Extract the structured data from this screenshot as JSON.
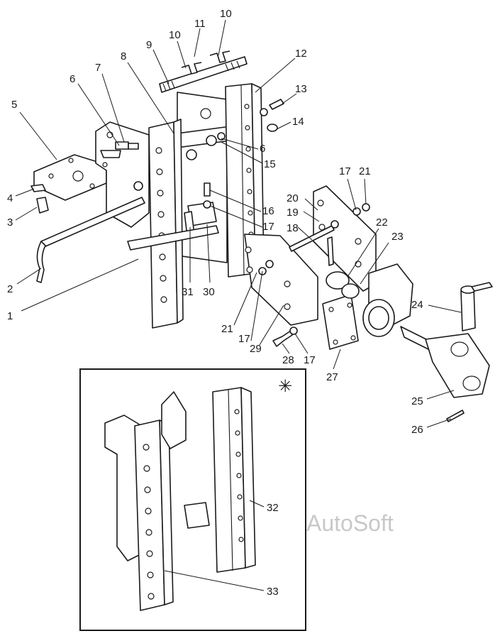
{
  "diagram": {
    "callouts": {
      "c1": "1",
      "c2": "2",
      "c3": "3",
      "c4": "4",
      "c5": "5",
      "c6a": "6",
      "c6b": "6",
      "c7": "7",
      "c8": "8",
      "c9": "9",
      "c10a": "10",
      "c10b": "10",
      "c11": "11",
      "c12": "12",
      "c13": "13",
      "c14": "14",
      "c15": "15",
      "c16": "16",
      "c17a": "17",
      "c17b": "17",
      "c17c": "17",
      "c17d": "17",
      "c18": "18",
      "c19": "19",
      "c20": "20",
      "c21a": "21",
      "c21b": "21",
      "c22": "22",
      "c23": "23",
      "c24": "24",
      "c25": "25",
      "c26": "26",
      "c27": "27",
      "c28": "28",
      "c29": "29",
      "c30": "30",
      "c31": "31",
      "c32": "32",
      "c33": "33"
    },
    "inset_marker": "✳",
    "watermark": "AutoSoft"
  }
}
